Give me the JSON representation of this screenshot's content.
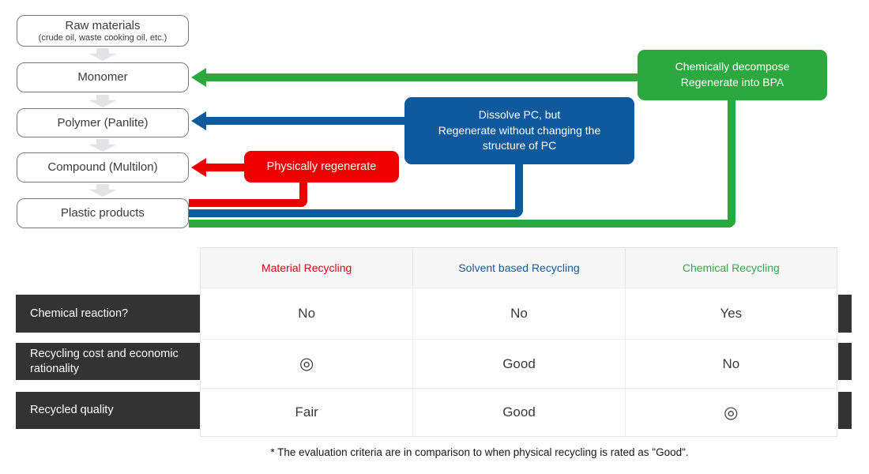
{
  "colors": {
    "material_red": "#ED0000",
    "solvent_blue": "#0E5A9D",
    "chemical_green": "#2BA93F",
    "header_red": "#E60012",
    "header_blue": "#15599C",
    "header_green": "#2EAB44",
    "label_bar_dark": "#333333"
  },
  "flowchart": {
    "boxes": [
      {
        "label": "Raw materials",
        "sublabel": "(crude oil, waste cooking oil, etc.)"
      },
      {
        "label": "Monomer"
      },
      {
        "label": "Polymer (Panlite)"
      },
      {
        "label": "Compound (Multilon)"
      },
      {
        "label": "Plastic products"
      }
    ],
    "callouts": {
      "chemical": {
        "lines": [
          "Chemically decompose",
          "Regenerate into BPA"
        ]
      },
      "solvent": {
        "lines": [
          "Dissolve PC, but",
          "Regenerate without changing the",
          "structure of PC"
        ]
      },
      "material": {
        "lines": [
          "Physically regenerate"
        ]
      }
    }
  },
  "table": {
    "columns": [
      {
        "label": "Material Recycling"
      },
      {
        "label": "Solvent based Recycling"
      },
      {
        "label": "Chemical Recycling"
      }
    ],
    "rows": [
      {
        "label": "Chemical reaction?",
        "values": [
          "No",
          "No",
          "Yes"
        ]
      },
      {
        "label": "Recycling cost and economic rationality",
        "values": [
          "◎",
          "Good",
          "No"
        ]
      },
      {
        "label": "Recycled quality",
        "values": [
          "Fair",
          "Good",
          "◎"
        ]
      }
    ]
  },
  "footnote": "* The evaluation criteria are in comparison to when physical recycling is rated as \"Good\"."
}
